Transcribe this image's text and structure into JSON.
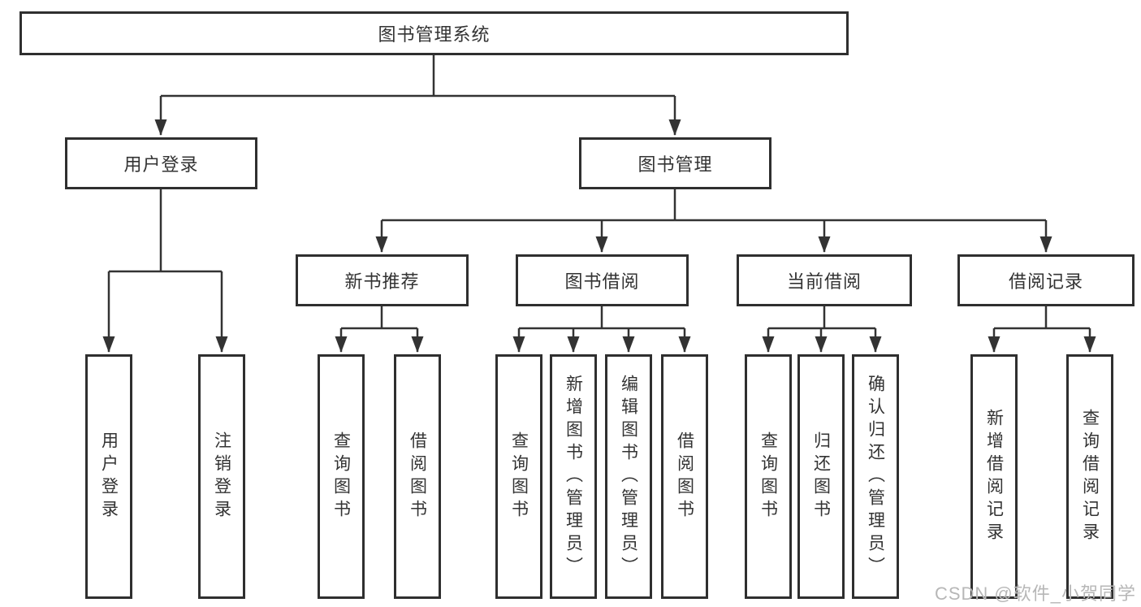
{
  "tree": {
    "root": {
      "label": "图书管理系统"
    },
    "branches": [
      {
        "label": "用户登录",
        "children": [
          {
            "label": "用户登录"
          },
          {
            "label": "注销登录"
          }
        ]
      },
      {
        "label": "图书管理",
        "children": [
          {
            "label": "新书推荐",
            "children": [
              {
                "label": "查询图书"
              },
              {
                "label": "借阅图书"
              }
            ]
          },
          {
            "label": "图书借阅",
            "children": [
              {
                "label": "查询图书"
              },
              {
                "label": "新增图书（管理员）"
              },
              {
                "label": "编辑图书（管理员）"
              },
              {
                "label": "借阅图书"
              }
            ]
          },
          {
            "label": "当前借阅",
            "children": [
              {
                "label": "查询图书"
              },
              {
                "label": "归还图书"
              },
              {
                "label": "确认归还（管理员）"
              }
            ]
          },
          {
            "label": "借阅记录",
            "children": [
              {
                "label": "新增借阅记录"
              },
              {
                "label": "查询借阅记录"
              }
            ]
          }
        ]
      }
    ]
  },
  "watermark": "CSDN @软件_小贺同学",
  "colors": {
    "line": "#333333",
    "box_border": "#2f2f2f",
    "text": "#333333",
    "background": "#ffffff",
    "watermark": "#b7b7b7"
  }
}
